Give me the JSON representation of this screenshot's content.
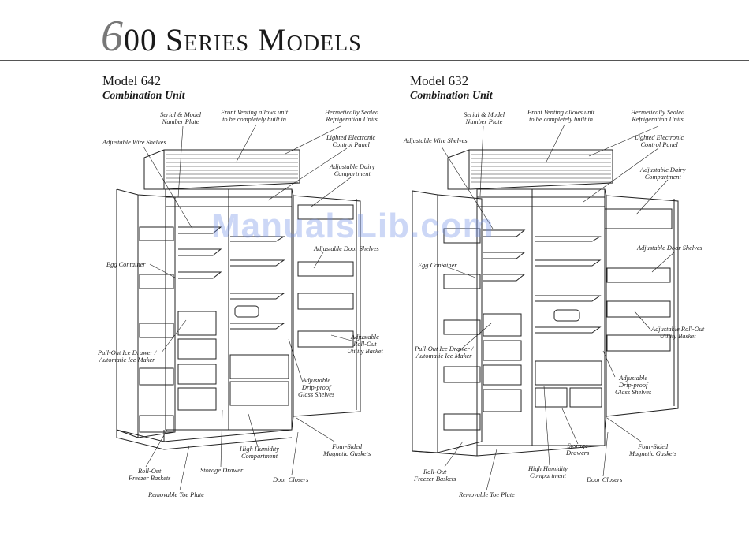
{
  "header": {
    "title_initial": "6",
    "title_rest": "00 Series Models"
  },
  "watermark": "ManualsLib.com",
  "models": [
    {
      "name": "Model 642",
      "subtitle": "Combination Unit",
      "labels": {
        "serial": "Serial & Model\nNumber Plate",
        "venting": "Front Venting allows unit\nto be completely built in",
        "sealed": "Hermetically Sealed\nRefrigeration Units",
        "wire_shelves": "Adjustable Wire Shelves",
        "control": "Lighted Electronic\nControl Panel",
        "dairy": "Adjustable Dairy\nCompartment",
        "door_shelves": "Adjustable Door Shelves",
        "egg": "Egg Container",
        "utility": "Adjustable\nRoll-Out\nUtility Basket",
        "icemaker": "Pull-Out Ice Drawer /\nAutomatic Ice Maker",
        "glass": "Adjustable\nDrip-proof\nGlass Shelves",
        "gaskets": "Four-Sided\nMagnetic Gaskets",
        "humidity": "High Humidity\nCompartment",
        "freezer": "Roll-Out\nFreezer Baskets",
        "storage": "Storage Drawer",
        "closers": "Door Closers",
        "toe": "Removable Toe Plate"
      }
    },
    {
      "name": "Model 632",
      "subtitle": "Combination Unit",
      "labels": {
        "serial": "Serial & Model\nNumber Plate",
        "venting": "Front Venting allows unit\nto be completely built in",
        "sealed": "Hermetically Sealed\nRefrigeration Units",
        "wire_shelves": "Adjustable Wire Shelves",
        "control": "Lighted Electronic\nControl Panel",
        "dairy": "Adjustable Dairy\nCompartment",
        "door_shelves": "Adjustable Door Shelves",
        "egg": "Egg Container",
        "utility": "Adjustable Roll-Out\nUtility Basket",
        "icemaker": "Pull-Out Ice Drawer /\nAutomatic Ice Maker",
        "glass": "Adjustable\nDrip-proof\nGlass Shelves",
        "gaskets": "Four-Sided\nMagnetic Gaskets",
        "storage": "Storage\nDrawers",
        "freezer": "Roll-Out\nFreezer Baskets",
        "humidity": "High Humidity\nCompartment",
        "closers": "Door Closers",
        "toe": "Removable Toe Plate"
      }
    }
  ]
}
